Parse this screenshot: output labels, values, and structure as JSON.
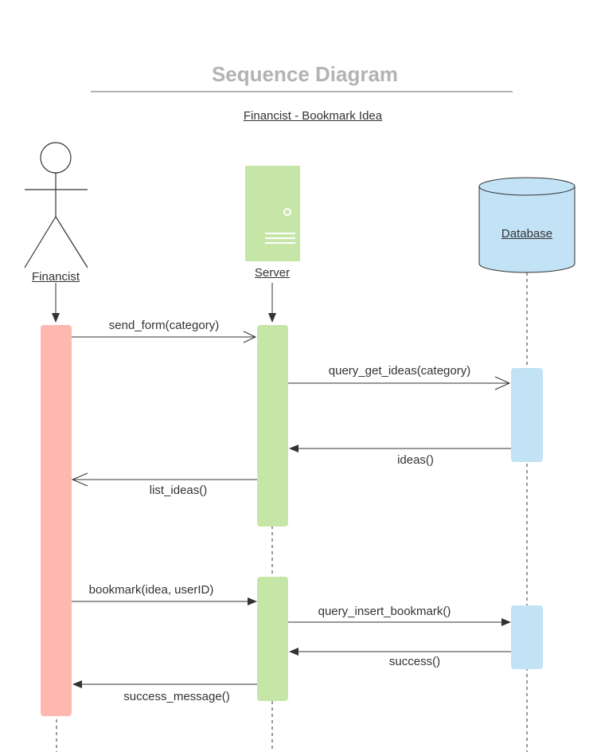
{
  "diagram": {
    "title": "Sequence Diagram",
    "subtitle": "Financist -  Bookmark Idea"
  },
  "participants": {
    "financist": {
      "name": "Financist",
      "color": "#ffb8b0"
    },
    "server": {
      "name": "Server",
      "color": "#c6e6a8"
    },
    "database": {
      "name": "Database",
      "color": "#c2e2f5"
    }
  },
  "messages": [
    {
      "label": "send_form(category)",
      "from": "Financist",
      "to": "Server",
      "style": "sync"
    },
    {
      "label": "query_get_ideas(category)",
      "from": "Server",
      "to": "Database",
      "style": "async"
    },
    {
      "label": "ideas()",
      "from": "Database",
      "to": "Server",
      "style": "sync"
    },
    {
      "label": "list_ideas()",
      "from": "Server",
      "to": "Financist",
      "style": "async"
    },
    {
      "label": "bookmark(idea, userID)",
      "from": "Financist",
      "to": "Server",
      "style": "sync"
    },
    {
      "label": "query_insert_bookmark()",
      "from": "Server",
      "to": "Database",
      "style": "sync"
    },
    {
      "label": "success()",
      "from": "Database",
      "to": "Server",
      "style": "sync"
    },
    {
      "label": "success_message()",
      "from": "Server",
      "to": "Financist",
      "style": "sync"
    }
  ]
}
